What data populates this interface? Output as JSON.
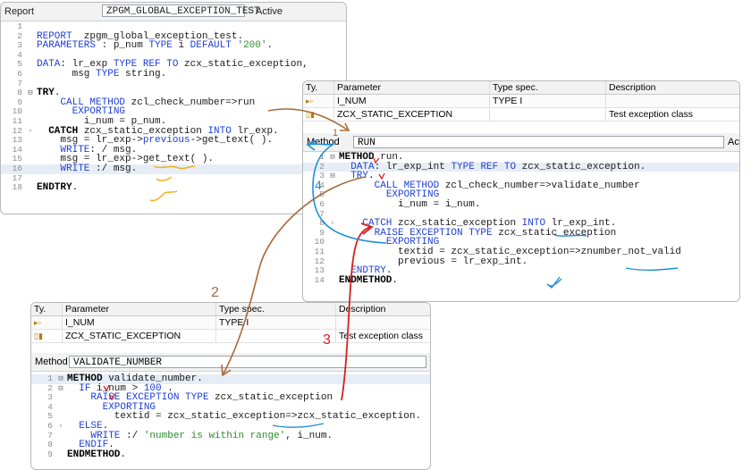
{
  "report": {
    "label": "Report",
    "name": "ZPGM_GLOBAL_EXCEPTION_TEST",
    "status": "Active",
    "lines": [
      {
        "n": "1",
        "html": ""
      },
      {
        "n": "2",
        "html": "<span class=\"kw\">REPORT</span>  zpgm_global_exception_test."
      },
      {
        "n": "3",
        "html": "<span class=\"kw\">PARAMETERS</span> : p_num <span class=\"kw\">TYPE</span> i <span class=\"kw\">DEFAULT</span> <span class=\"str\">'200'</span>."
      },
      {
        "n": "4",
        "html": ""
      },
      {
        "n": "5",
        "html": "<span class=\"kw\">DATA</span>: lr_exp <span class=\"kw\">TYPE REF TO</span> zcx_static_exception,"
      },
      {
        "n": "6",
        "html": "      msg <span class=\"kw\">TYPE</span> string."
      },
      {
        "n": "7",
        "html": ""
      },
      {
        "n": "8",
        "html": "<span class=\"kwb\">TRY</span>.",
        "fold": "⊟"
      },
      {
        "n": "9",
        "html": "    <span class=\"kw\">CALL METHOD</span> zcl_check_number=>run"
      },
      {
        "n": "10",
        "html": "      <span class=\"kw\">EXPORTING</span>"
      },
      {
        "n": "11",
        "html": "        i_num = p_num."
      },
      {
        "n": "12",
        "html": "  <span class=\"kwb\">CATCH</span> zcx_static_exception <span class=\"kw\">INTO</span> lr_exp.",
        "fold": "◦"
      },
      {
        "n": "13",
        "html": "    msg = lr_exp-><span class=\"kw\">previous</span>->get_text( )."
      },
      {
        "n": "14",
        "html": "    <span class=\"kw\">WRITE</span>: / msg."
      },
      {
        "n": "15",
        "html": "    msg = lr_exp->get_text( )."
      },
      {
        "n": "16",
        "html": "    <span class=\"kw\">WRITE</span> :/ msg.",
        "hl": true
      },
      {
        "n": "17",
        "html": ""
      },
      {
        "n": "18",
        "html": "<span class=\"kwb\">ENDTRY</span>."
      }
    ]
  },
  "run_method": {
    "columns": [
      "Ty.",
      "Parameter",
      "Type spec.",
      "Description"
    ],
    "rows": [
      {
        "ty": "▸▫",
        "param": "I_NUM",
        "type": "TYPE I",
        "desc": ""
      },
      {
        "ty": "▯▮",
        "param": "ZCX_STATIC_EXCEPTION",
        "type": "",
        "desc": "Test exception class"
      }
    ],
    "method_label": "Method",
    "method_name": "RUN",
    "cut_text": "Ac",
    "lines": [
      {
        "n": "1",
        "html": "<span class=\"kwb\">METHOD</span> run.",
        "fold": "⊟"
      },
      {
        "n": "2",
        "html": "  <span class=\"kw\">DATA</span>: lr_exp_int <span class=\"kw\">TYPE REF TO</span> zcx_static_exception.",
        "hl": true
      },
      {
        "n": "3",
        "html": "  <span class=\"kw\">TRY</span>.",
        "fold": "⊟"
      },
      {
        "n": "4",
        "html": "      <span class=\"kw\">CALL METHOD</span> zcl_check_number=>validate_number"
      },
      {
        "n": "5",
        "html": "        <span class=\"kw\">EXPORTING</span>"
      },
      {
        "n": "6",
        "html": "          i_num = i_num."
      },
      {
        "n": "7",
        "html": ""
      },
      {
        "n": "8",
        "html": "    <span class=\"kw\">CATCH</span> zcx_static_exception <span class=\"kw\">INTO</span> lr_exp_int.",
        "fold": "◦"
      },
      {
        "n": "9",
        "html": "      <span class=\"kw\">RAISE EXCEPTION TYPE</span> zcx_static_exception"
      },
      {
        "n": "10",
        "html": "        <span class=\"kw\">EXPORTING</span>"
      },
      {
        "n": "11",
        "html": "          textid = zcx_static_exception=>znumber_not_valid"
      },
      {
        "n": "12",
        "html": "          previous = lr_exp_int."
      },
      {
        "n": "13",
        "html": "  <span class=\"kw\">ENDTRY</span>."
      },
      {
        "n": "14",
        "html": "<span class=\"kwb\">ENDMETHOD</span>."
      }
    ]
  },
  "validate_method": {
    "columns": [
      "Ty.",
      "Parameter",
      "Type spec.",
      "Description"
    ],
    "rows": [
      {
        "ty": "▸▫",
        "param": "I_NUM",
        "type": "TYPE I",
        "desc": ""
      },
      {
        "ty": "▯▮",
        "param": "ZCX_STATIC_EXCEPTION",
        "type": "",
        "desc": "Test exception class"
      }
    ],
    "method_label": "Method",
    "method_name": "VALIDATE_NUMBER",
    "lines": [
      {
        "n": "1",
        "html": "<span class=\"kwb\">METHOD</span> validate_number.",
        "fold": "⊟",
        "hl": true
      },
      {
        "n": "2",
        "html": "  <span class=\"kw\">IF</span> i_num > <span class=\"kw\">100</span> .",
        "fold": "⊟"
      },
      {
        "n": "3",
        "html": "    <span class=\"kw\">RAISE EXCEPTION TYPE</span> zcx_static_exception"
      },
      {
        "n": "4",
        "html": "      <span class=\"kw\">EXPORTING</span>"
      },
      {
        "n": "5",
        "html": "        textid = zcx_static_exception=>zcx_static_exception."
      },
      {
        "n": "6",
        "html": "  <span class=\"kw\">ELSE</span>.",
        "fold": "◦"
      },
      {
        "n": "7",
        "html": "    <span class=\"kw\">WRITE</span> :/ <span class=\"str\">'number is within range'</span>, i_num."
      },
      {
        "n": "8",
        "html": "  <span class=\"kw\">ENDIF</span>."
      },
      {
        "n": "9",
        "html": "<span class=\"kwb\">ENDMETHOD</span>."
      }
    ]
  },
  "annotations": {
    "label_1": "1",
    "label_2": "2",
    "label_3": "3",
    "label_4": "4",
    "colors": {
      "brown": "#a86a3a",
      "blue": "#1e8fd6",
      "red": "#d42020",
      "orange": "#f0b020"
    }
  }
}
